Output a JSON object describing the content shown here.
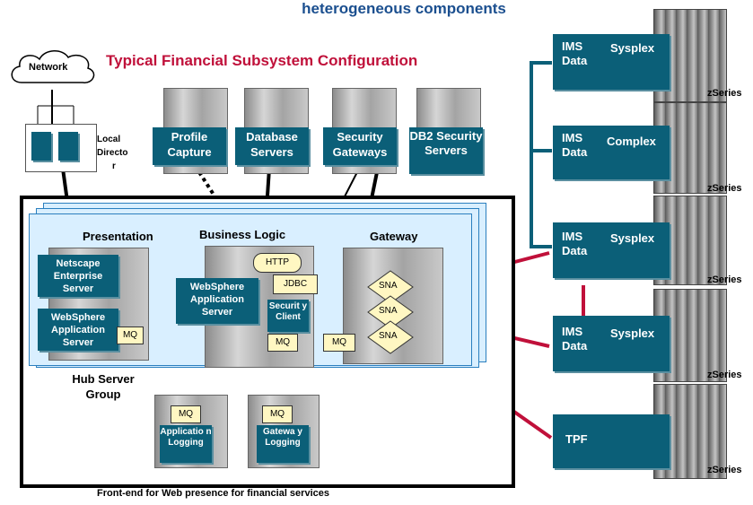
{
  "title_line": "heterogeneous components",
  "subtitle": "Typical Financial Subsystem Configuration",
  "caption": "Front-end for Web presence for financial services",
  "network": "Network",
  "local_director": [
    "Local",
    "Directo",
    "r"
  ],
  "top_servers": [
    "Profile Capture",
    "Database Servers",
    "Security Gateways",
    "DB2 Security Servers"
  ],
  "sections": {
    "presentation": "Presentation",
    "business": "Business Logic",
    "gateway": "Gateway",
    "hub": "Hub Server Group"
  },
  "boxes": {
    "netscape": "Netscape Enterprise Server",
    "websphere1": "WebSphere Application Server",
    "websphere2": "WebSphere Application Server",
    "security_client": "Securit y Client",
    "app_logging": "Applicatio n Logging",
    "gw_logging": "Gatewa y Logging"
  },
  "tags": {
    "http": "HTTP",
    "jdbc": "JDBC",
    "mq": "MQ",
    "sna": "SNA"
  },
  "right": {
    "ims_data": "IMS Data",
    "sysplex": "Sysplex",
    "complex": "Complex",
    "tpf": "TPF",
    "zseries": "zSeries"
  },
  "colors": {
    "teal": "#0b5f78",
    "red": "#c0103a",
    "blue": "#1b4f8f",
    "panel": "#d9efff"
  }
}
